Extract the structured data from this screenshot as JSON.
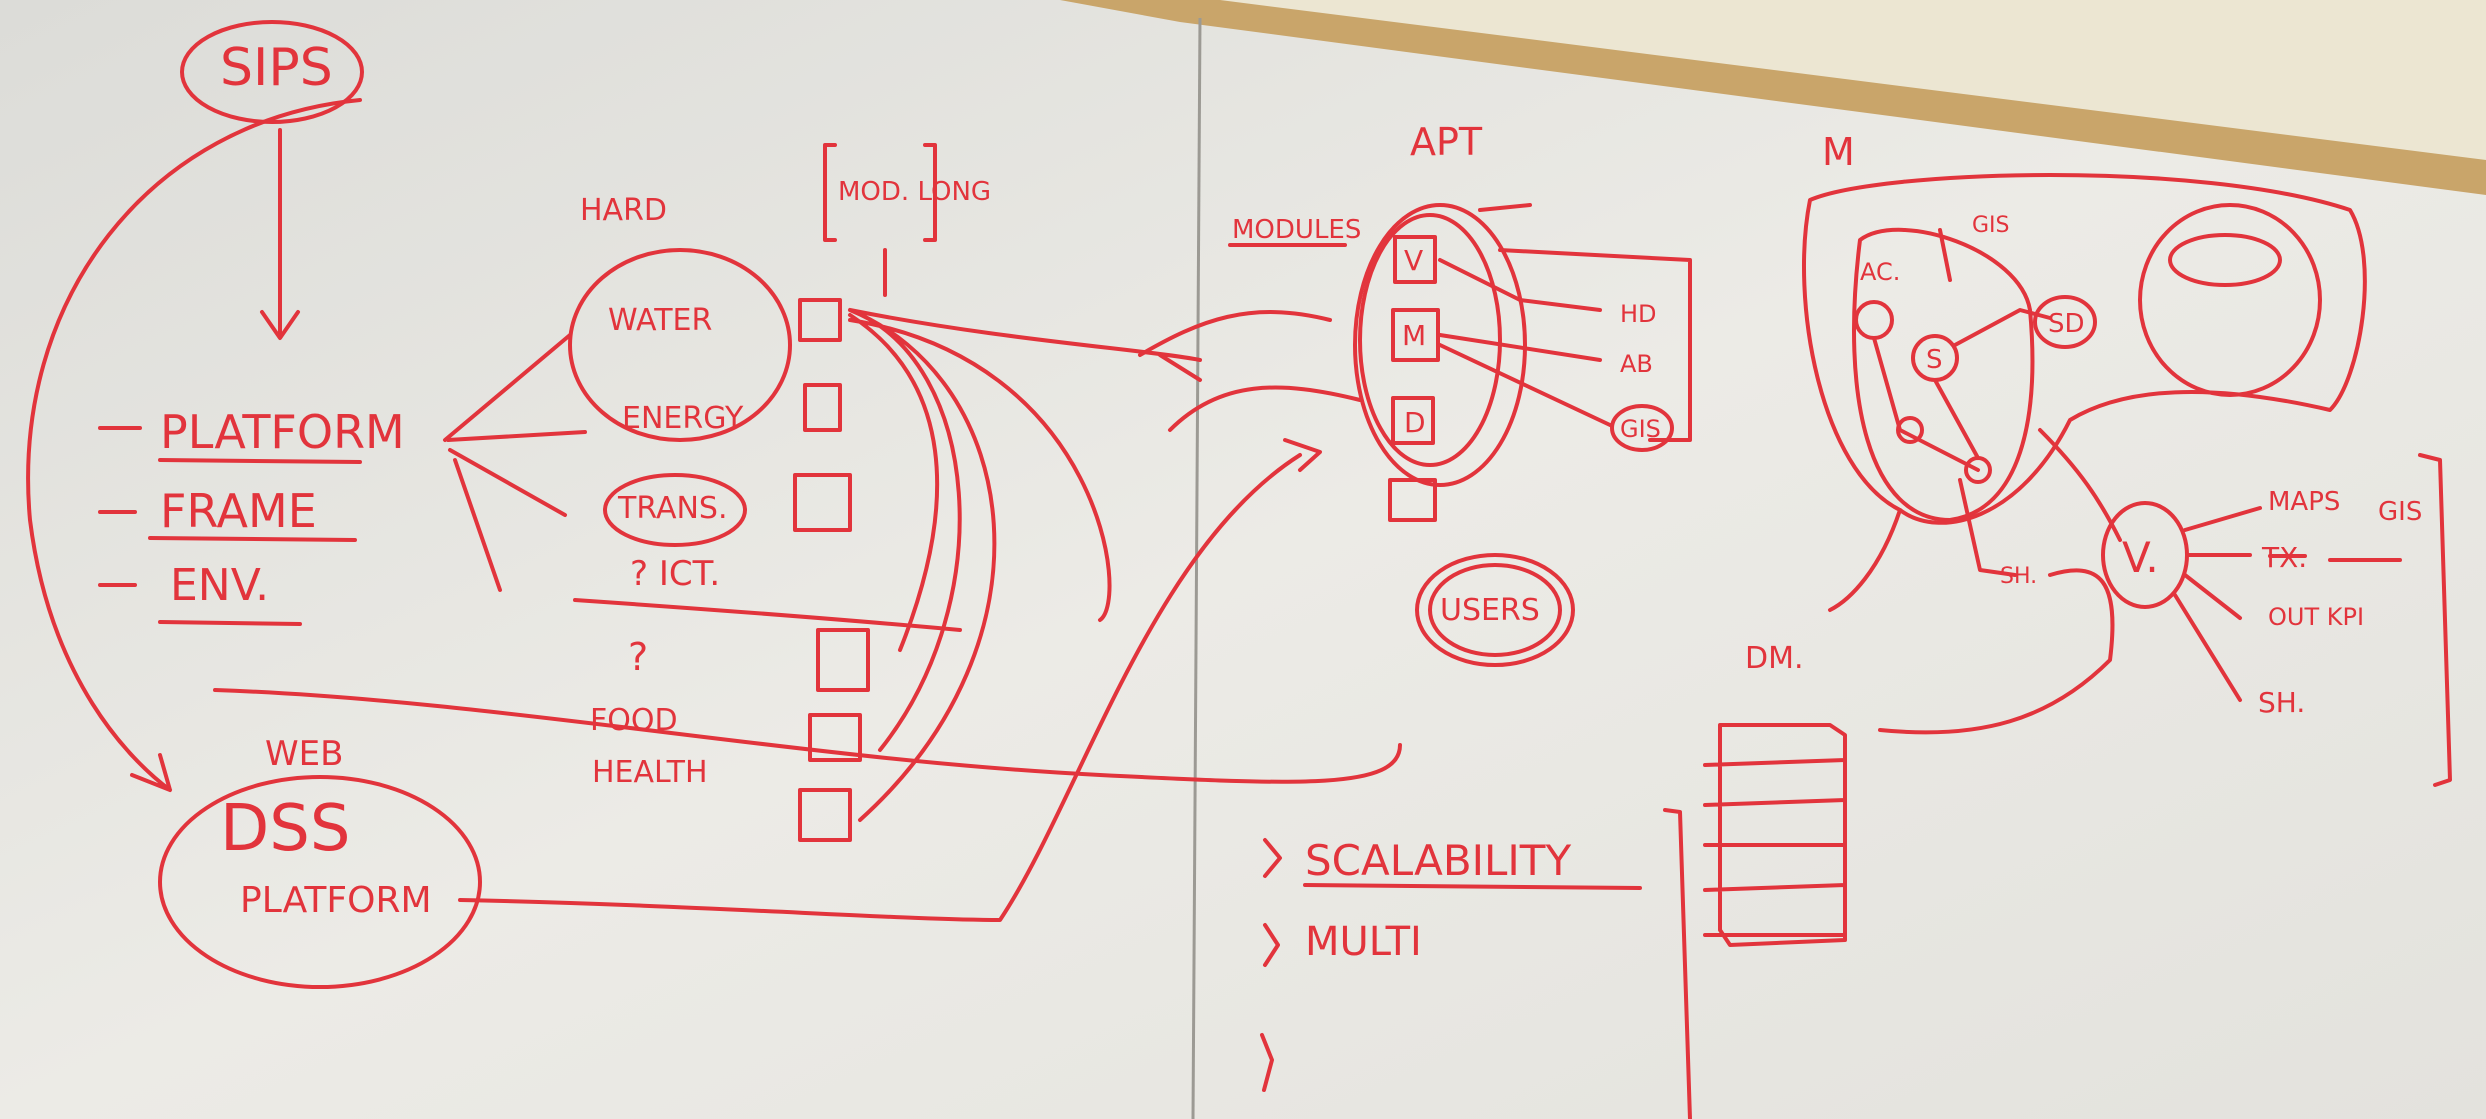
{
  "ink_color": "#e2343c",
  "wall_color": "#ece6d2",
  "frame_color": "#c9a56a",
  "labels": {
    "sips": "SIPS",
    "platform": "PLATFORM",
    "frame": "FRAME",
    "env": "ENV.",
    "web": "WEB",
    "dss": "DSS",
    "dss_platform": "PLATFORM",
    "hard": "HARD",
    "mod_long": "MOD. LONG",
    "water": "WATER",
    "energy": "ENERGY",
    "trans": "TRANS.",
    "q_ict": "? ICT.",
    "q_mark": "?",
    "food": "FOOD",
    "health": "HEALTH",
    "apt": "APT",
    "modules": "MODULES",
    "box_v": "V",
    "box_m": "M",
    "box_d": "D",
    "hd": "HD",
    "ab": "AB",
    "gis_apt": "GIS",
    "users": "USERS",
    "scalability": "SCALABILITY",
    "multi": "MULTI",
    "m": "M",
    "gis_m": "GIS",
    "ac": "AC.",
    "s": "S",
    "sd": "SD",
    "sh_m": "SH.",
    "v": "V.",
    "maps": "MAPS",
    "gis_v": "GIS",
    "tx": "TX.",
    "out_kpi": "OUT KPI",
    "sh_v": "SH.",
    "dm": "DM."
  }
}
